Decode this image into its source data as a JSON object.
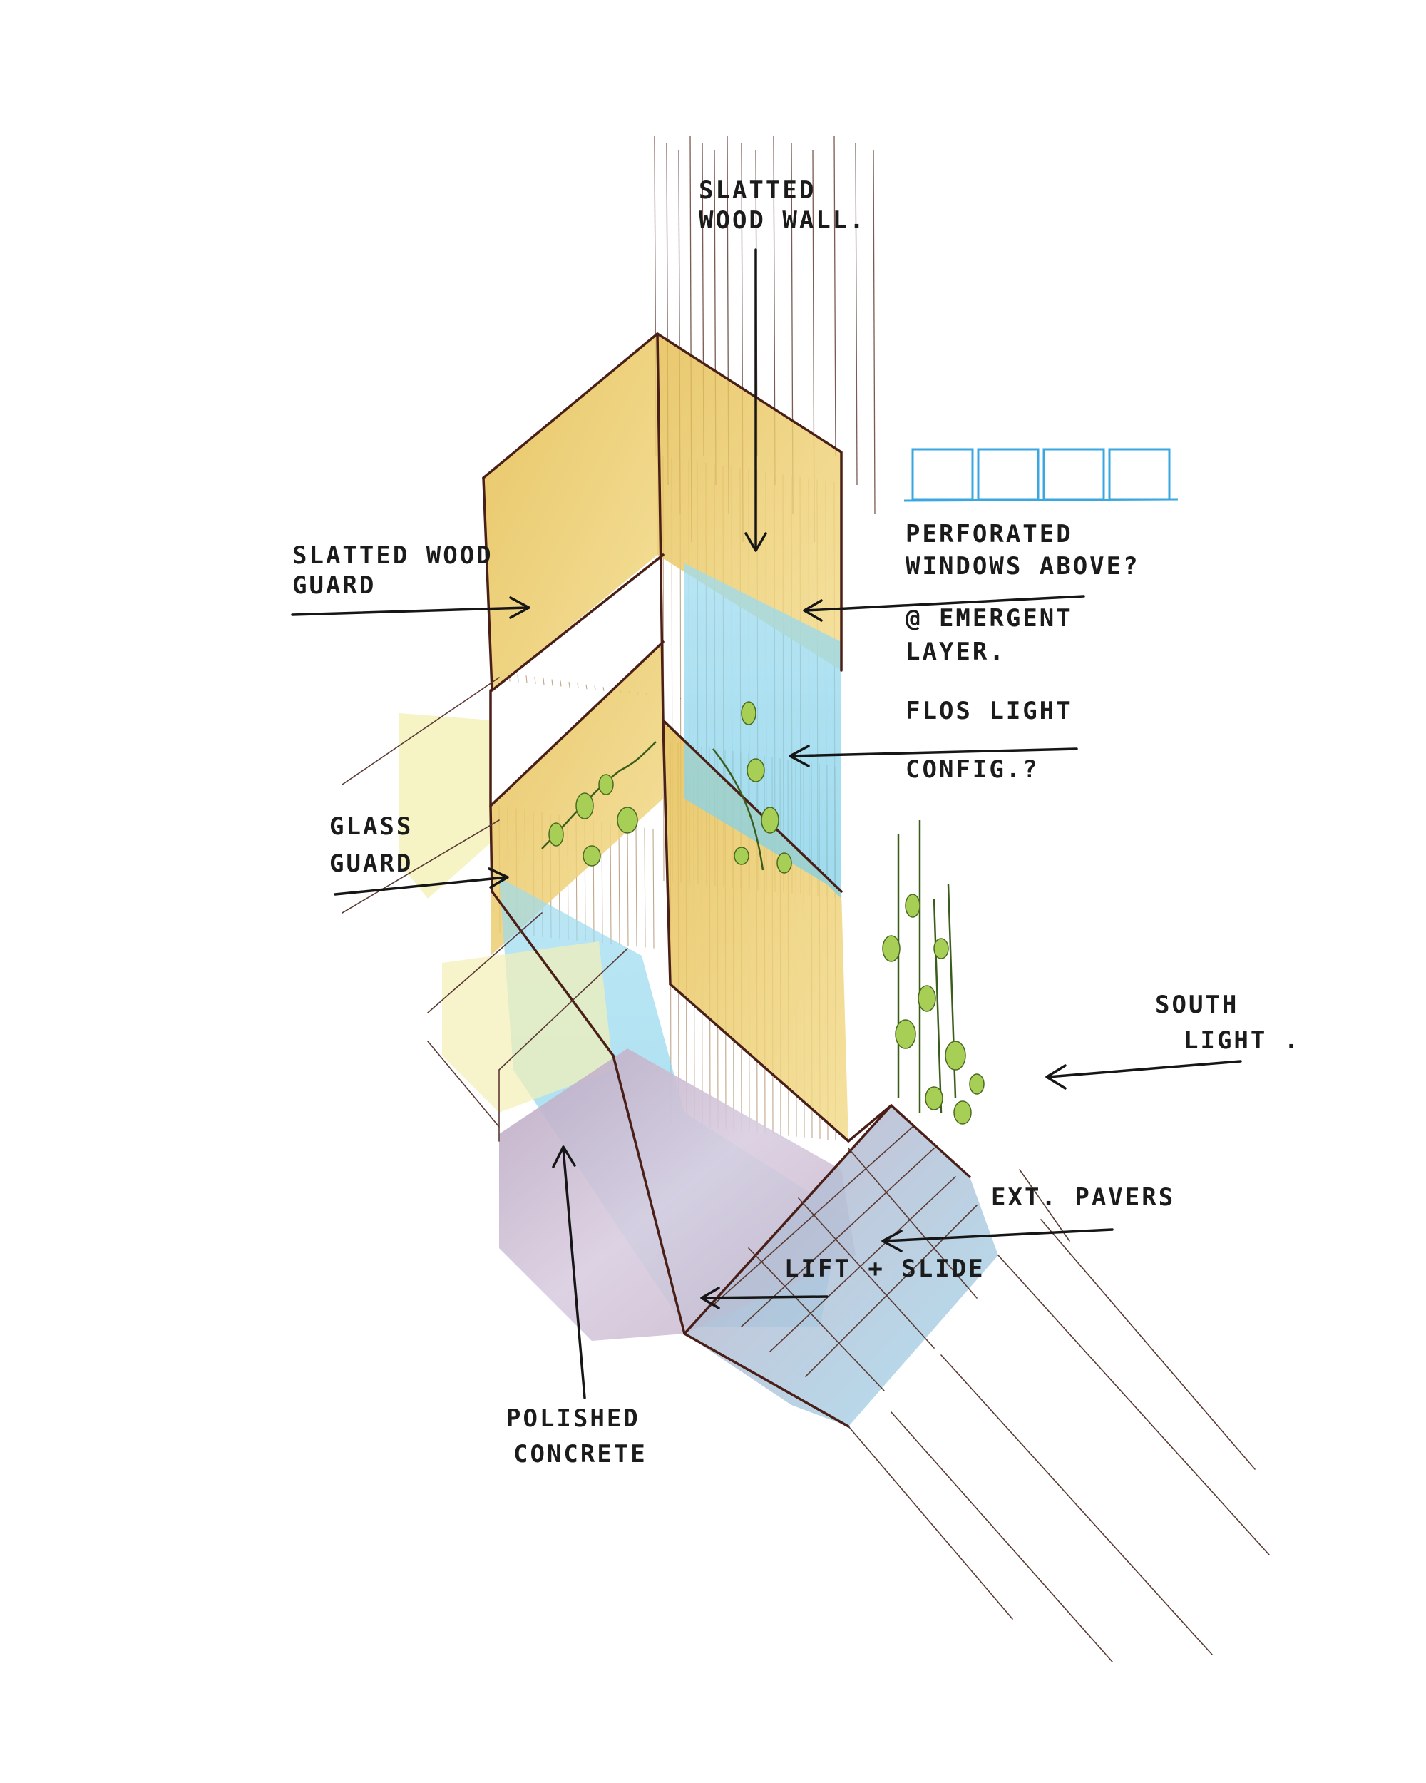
{
  "drawing": {
    "colors": {
      "wood": "#e9c663",
      "glass": "#8fd6ec",
      "glass_yellow": "#f2efb0",
      "concrete": "#c8b6cc",
      "pavers": "#b9a8c0",
      "plants": "#a8cf55",
      "ink": "#4a1f18",
      "blueprint": "#3aa7e0"
    },
    "labels": {
      "slatted_wood_wall": [
        "SLATTED",
        "WOOD WALL."
      ],
      "slatted_wood_guard": [
        "SLATTED WOOD",
        "GUARD"
      ],
      "perforated_windows": [
        "PERFORATED",
        "WINDOWS ABOVE?",
        "@ EMERGENT",
        "LAYER."
      ],
      "flos_light": [
        "FLOS LIGHT",
        "CONFIG.?"
      ],
      "glass_guard": [
        "GLASS",
        "GUARD"
      ],
      "south_light": [
        "SOUTH",
        "LIGHT ."
      ],
      "ext_pavers": [
        "EXT. PAVERS"
      ],
      "lift_slide": [
        "LIFT + SLIDE"
      ],
      "polished_concrete": [
        "POLISHED",
        "CONCRETE"
      ]
    }
  }
}
